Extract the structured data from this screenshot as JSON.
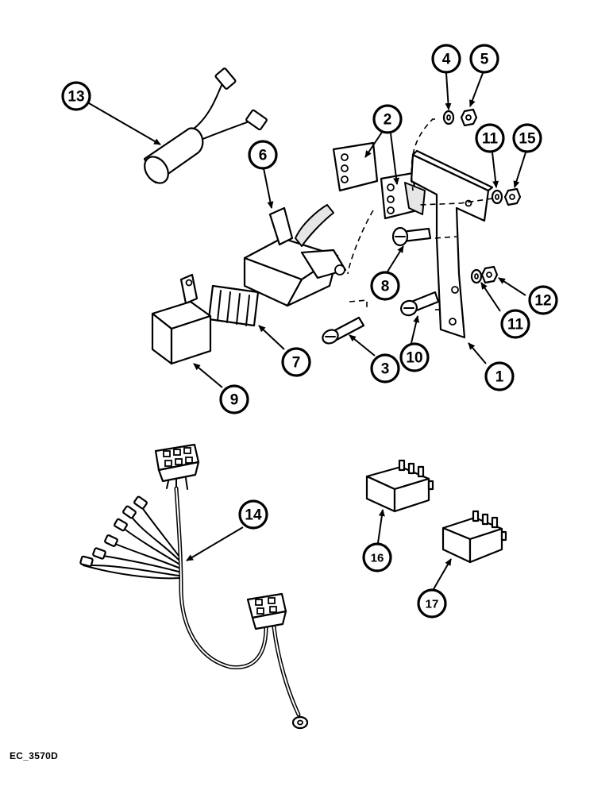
{
  "callouts": {
    "c1": "1",
    "c2": "2",
    "c3": "3",
    "c4": "4",
    "c5": "5",
    "c6": "6",
    "c7": "7",
    "c8": "8",
    "c9": "9",
    "c10": "10",
    "c11a": "11",
    "c11b": "11",
    "c12": "12",
    "c13": "13",
    "c14": "14",
    "c15": "15",
    "c16": "16",
    "c17": "17"
  },
  "drawing_code": "EC_3570D"
}
